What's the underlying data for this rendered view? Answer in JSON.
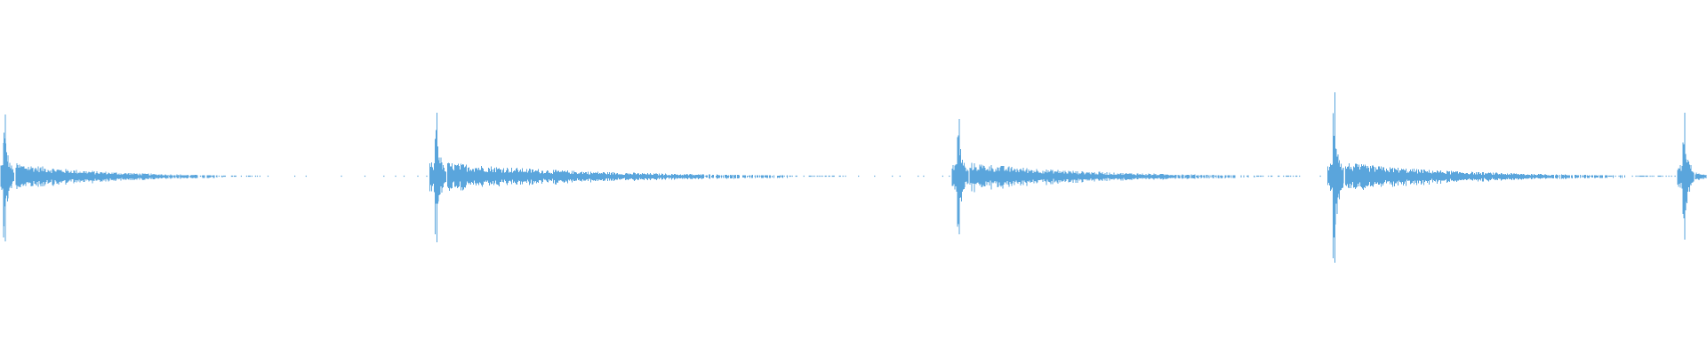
{
  "waveform": {
    "color": "#5aa5dc",
    "background": "#ffffff",
    "transients": [
      {
        "position": 0.002,
        "peak_up": 0.7,
        "peak_down": 0.73,
        "tail_length": 0.15
      },
      {
        "position": 0.255,
        "peak_up": 0.72,
        "peak_down": 0.74,
        "tail_length": 0.24
      },
      {
        "position": 0.561,
        "peak_up": 0.65,
        "peak_down": 0.65,
        "tail_length": 0.2
      },
      {
        "position": 0.781,
        "peak_up": 0.95,
        "peak_down": 0.97,
        "tail_length": 0.2
      },
      {
        "position": 0.986,
        "peak_up": 0.72,
        "peak_down": 0.71,
        "tail_length": 0.02
      }
    ]
  }
}
